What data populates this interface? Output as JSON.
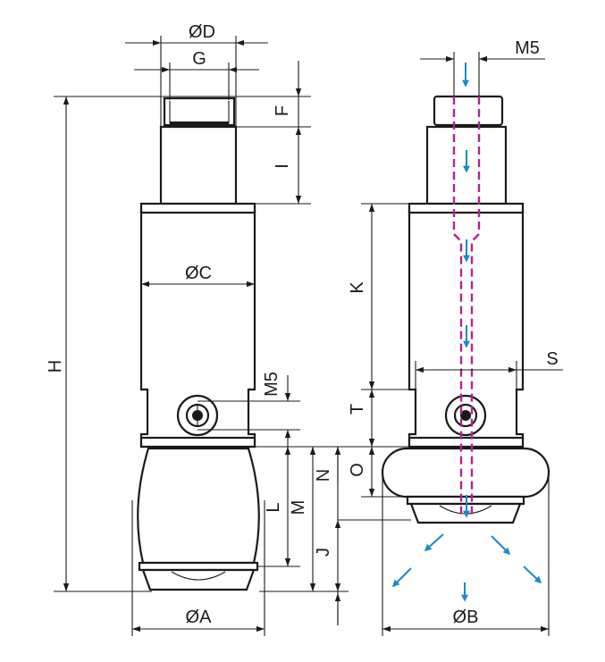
{
  "labels": {
    "phi_d": "ØD",
    "g": "G",
    "m5_top": "M5",
    "f": "F",
    "i": "I",
    "h": "H",
    "phi_c": "ØC",
    "k": "K",
    "s": "S",
    "m5_side": "M5",
    "t": "T",
    "o": "O",
    "n": "N",
    "l": "L",
    "m": "M",
    "j": "J",
    "phi_a": "ØA",
    "phi_b": "ØB"
  },
  "colors": {
    "outline": "#1a1a1a",
    "flow_path": "#b0248f",
    "flow_arrow": "#1e88c8"
  }
}
